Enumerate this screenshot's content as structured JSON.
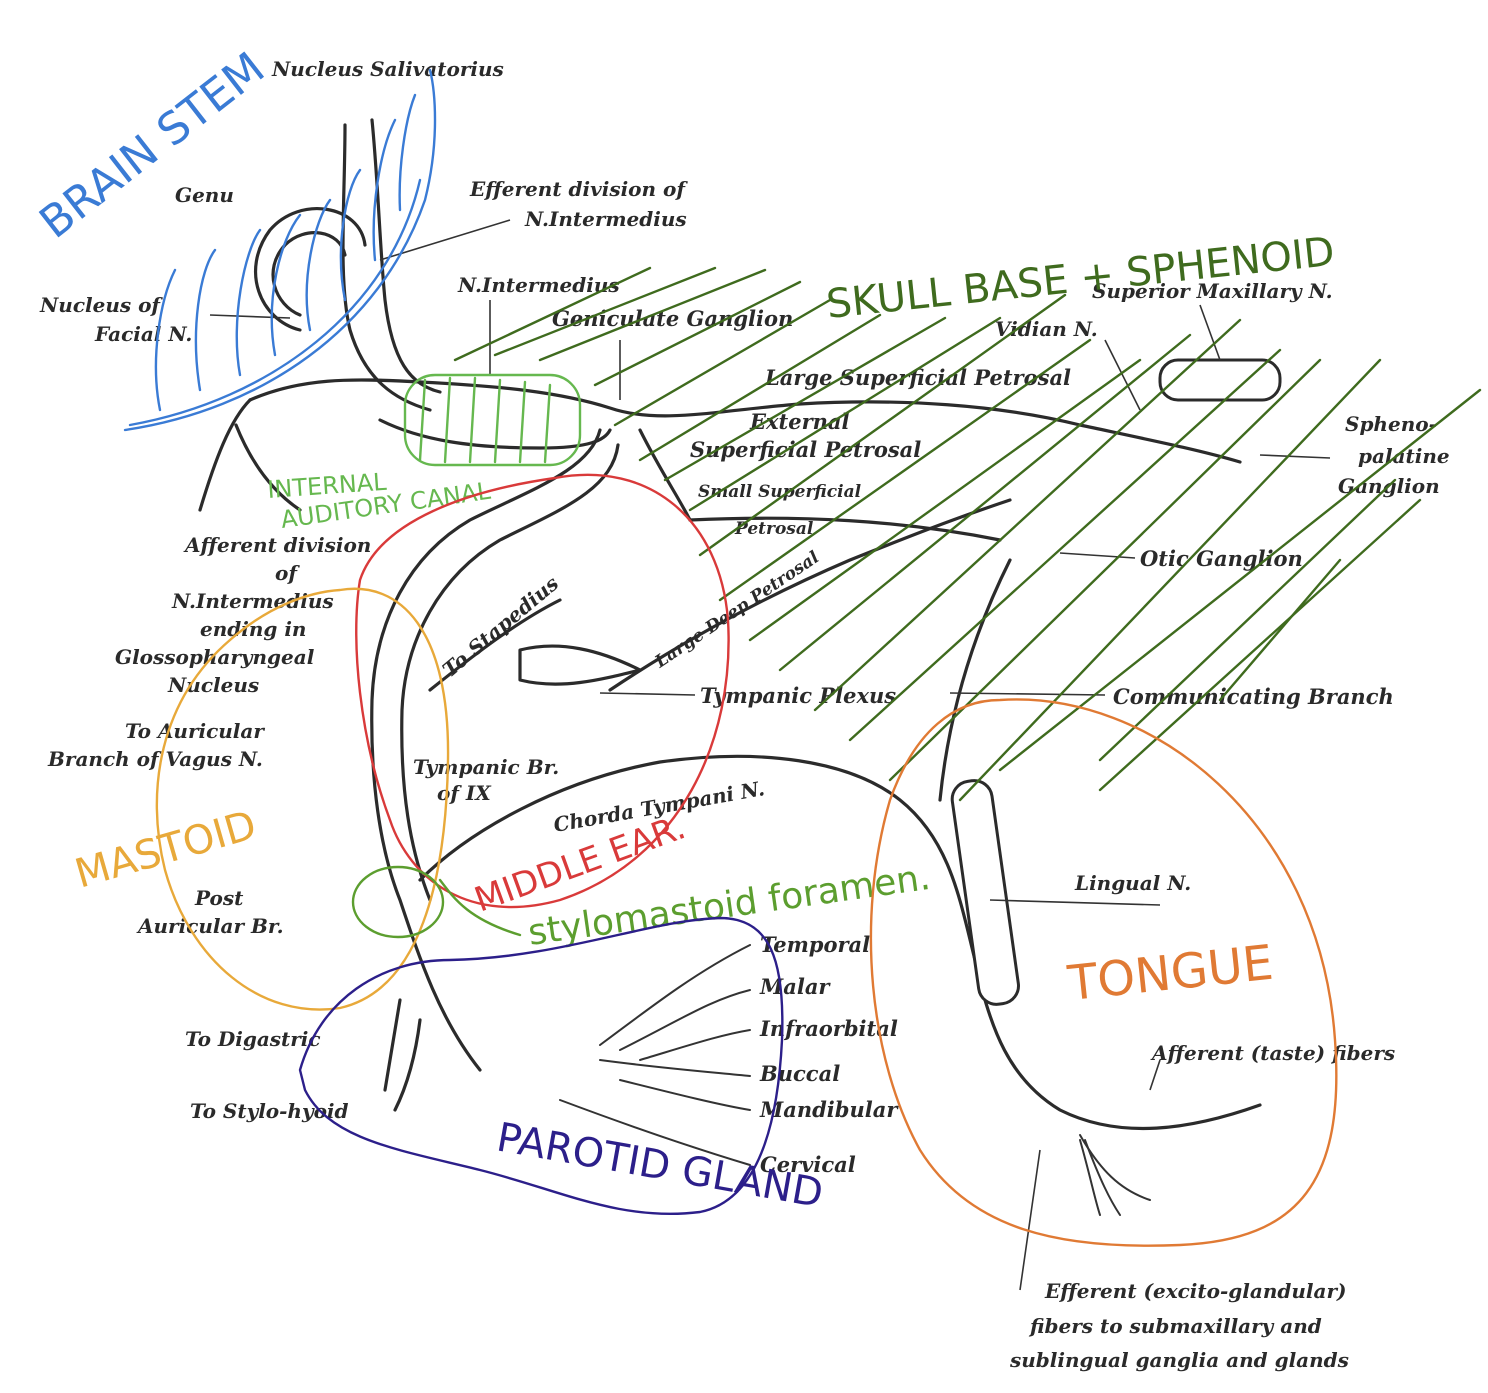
{
  "labels": {
    "nucleus_salivatorius": "Nucleus Salivatorius",
    "genu": "Genu",
    "efferent_div_1": "Efferent division of",
    "efferent_div_2": "N.Intermedius",
    "nucleus_facial_1": "Nucleus of",
    "nucleus_facial_2": "Facial N.",
    "n_intermedius": "N.Intermedius",
    "geniculate": "Geniculate Ganglion",
    "superior_maxillary": "Superior Maxillary N.",
    "vidian": "Vidian N.",
    "large_sup_petrosal": "Large Superficial Petrosal",
    "external_1": "External",
    "external_2": "Superficial Petrosal",
    "small_sup_1": "Small Superficial",
    "small_sup_2": "Petrosal",
    "spheno_1": "Spheno-",
    "spheno_2": "palatine",
    "spheno_3": "Ganglion",
    "large_deep_petrosal": "Large Deep Petrosal",
    "otic_ganglion": "Otic Ganglion",
    "afferent_div_1": "Afferent division",
    "afferent_div_2": "of",
    "afferent_div_3": "N.Intermedius",
    "afferent_div_4": "ending in",
    "afferent_div_5": "Glossopharyngeal",
    "afferent_div_6": "Nucleus",
    "to_stapedius": "To Stapedius",
    "tympanic_plexus": "Tympanic Plexus",
    "communicating_branch": "Communicating Branch",
    "to_auricular_1": "To Auricular",
    "to_auricular_2": "Branch of Vagus N.",
    "tympanic_br_1": "Tympanic Br.",
    "tympanic_br_2": "of IX",
    "chorda_tympani": "Chorda Tympani N.",
    "lingual": "Lingual N.",
    "post_auricular_1": "Post",
    "post_auricular_2": "Auricular Br.",
    "temporal": "Temporal",
    "malar": "Malar",
    "infraorbital": "Infraorbital",
    "buccal": "Buccal",
    "mandibular": "Mandibular",
    "cervical": "Cervical",
    "to_digastric": "To Digastric",
    "to_stylohyoid": "To Stylo-hyoid",
    "afferent_taste": "Afferent (taste) fibers",
    "efferent_glandular_1": "Efferent (excito-glandular)",
    "efferent_glandular_2": "fibers to submaxillary and",
    "efferent_glandular_3": "sublingual ganglia and glands"
  },
  "annotations": {
    "brainstem": "BRAIN STEM",
    "skull_base": "SKULL BASE + SPHENOID",
    "internal_auditory_1": "INTERNAL",
    "internal_auditory_2": "AUDITORY CANAL",
    "mastoid": "MASTOID",
    "middle_ear": "MIDDLE EAR.",
    "stylomastoid": "stylomastoid foramen.",
    "parotid": "PAROTID GLAND",
    "tongue": "TONGUE"
  },
  "colors": {
    "brainstem": "#3a7bd5",
    "skull_base": "#3f6b1e",
    "internal_auditory": "#66b84f",
    "mastoid": "#e8a93a",
    "middle_ear": "#d93a3a",
    "stylomastoid": "#5c9e2f",
    "parotid": "#2c1f8a",
    "tongue": "#e07a34",
    "ink": "#2b2b2b"
  }
}
